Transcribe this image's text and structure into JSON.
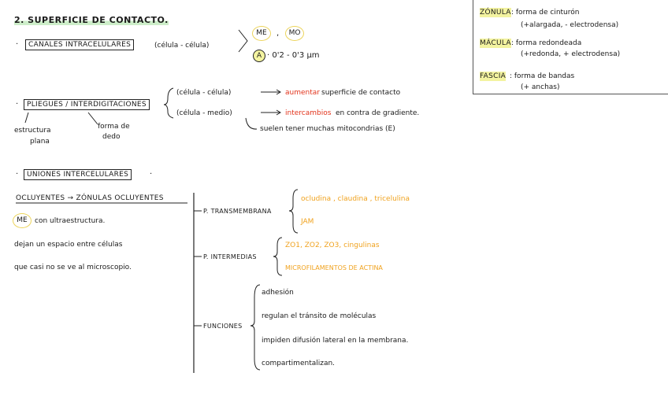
{
  "title": "2. SUPERFICIE DE CONTACTO.",
  "canales": {
    "label": "CANALES INTRACELULARES",
    "paren": "(célula - célula)",
    "me": "ME",
    "mo": "MO",
    "letter": "A",
    "size": "· 0'2 - 0'3 μm"
  },
  "legend": {
    "zonula_term": "ZÓNULA",
    "zonula_def1": ": forma de cinturón",
    "zonula_def2": "(+alargada, - electrodensa)",
    "macula_term": "MÁCULA",
    "macula_def1": ": forma redondeada",
    "macula_def2": "(+redonda, + electrodensa)",
    "fascia_term": "FASCIA",
    "fascia_def1": ": forma de bandas",
    "fascia_def2": "(+ anchas)"
  },
  "pliegues": {
    "label": "PLIEGUES / INTERDIGITACIONES",
    "branch1": "(célula - célula)",
    "arrow1_red": "aumentar",
    "arrow1_rest": "superficie de contacto",
    "branch2": "(célula - medio)",
    "arrow2_red": "intercambios",
    "arrow2_rest": "en contra de gradiente.",
    "note": "suelen tener muchas mitocondrias (E)",
    "sub1_l1": "estructura",
    "sub1_l2": "plana",
    "sub2_l1": "forma de",
    "sub2_l2": "dedo"
  },
  "uniones": {
    "label": "UNIONES INTERCELULARES"
  },
  "ocluyentes": {
    "head": "OCLUYENTES → ZÓNULAS OCLUYENTES",
    "me": "ME",
    "line1": "con ultraestructura.",
    "line2": "dejan un espacio entre células",
    "line3": "que casi no se ve al microscopio."
  },
  "transmembrana": {
    "label": "P. TRANSMEMBRANA",
    "items1": "ocludina , claudina , tricelulina",
    "items2": "JAM"
  },
  "intermedias": {
    "label": "P. INTERMEDIAS",
    "items1": "ZO1, ZO2, ZO3, cingulinas",
    "items2": "MICROFILAMENTOS DE ACTINA"
  },
  "funciones": {
    "label": "FUNCIONES",
    "items": [
      "adhesión",
      "regulan el tránsito de moléculas",
      "impiden difusión lateral en la membrana.",
      "compartimentalizan."
    ]
  },
  "colors": {
    "orange": "#f0a21e",
    "red": "#e2331b",
    "green": "#cdeec9",
    "yellow": "#f3f3a0"
  }
}
